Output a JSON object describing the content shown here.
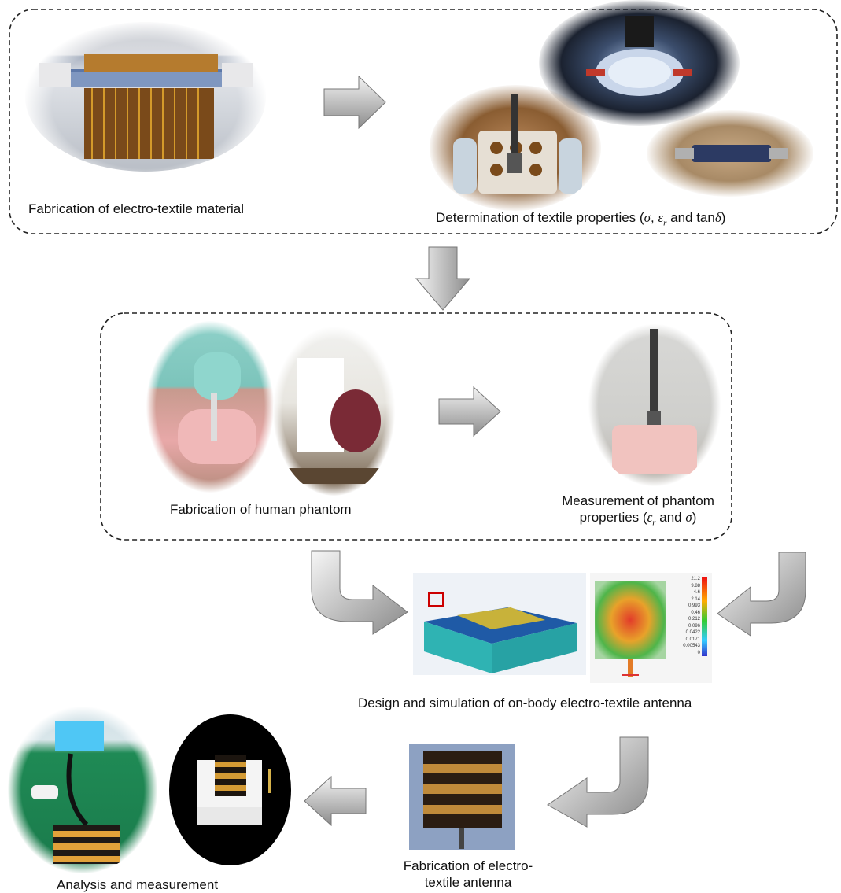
{
  "stages": {
    "fabrication_material": "Fabrication of electro-textile material",
    "textile_properties_prefix": "Determination of textile properties (",
    "textile_properties_sigma": "σ",
    "textile_properties_sep1": ", ",
    "textile_properties_eps": "ε",
    "textile_properties_eps_sub": "r",
    "textile_properties_and": " and tan",
    "textile_properties_delta": "δ",
    "textile_properties_suffix": ")",
    "human_phantom": "Fabrication of human phantom",
    "phantom_props_line1": "Measurement of phantom",
    "phantom_props_line2_prefix": "properties (",
    "phantom_props_eps": "ε",
    "phantom_props_eps_sub": "r",
    "phantom_props_and": " and ",
    "phantom_props_sigma": "σ",
    "phantom_props_suffix": ")",
    "design_simulation": "Design and simulation of on-body electro-textile antenna",
    "fab_antenna_line1": "Fabrication of electro-",
    "fab_antenna_line2": "textile antenna",
    "analysis": "Analysis and measurement"
  },
  "colorbar": {
    "values": [
      "21.2",
      "9.88",
      "4.6",
      "2.14",
      "0.993",
      "0.46",
      "0.212",
      "0.096",
      "0.0422",
      "0.0171",
      "0.00543",
      "0"
    ]
  },
  "colors": {
    "arrow_light": "#f2f2f2",
    "arrow_dark": "#8c8c8c",
    "textile_brown": "#7a4a1a",
    "textile_gold": "#d49a2a",
    "phantom_pink": "#e8a8a8"
  }
}
